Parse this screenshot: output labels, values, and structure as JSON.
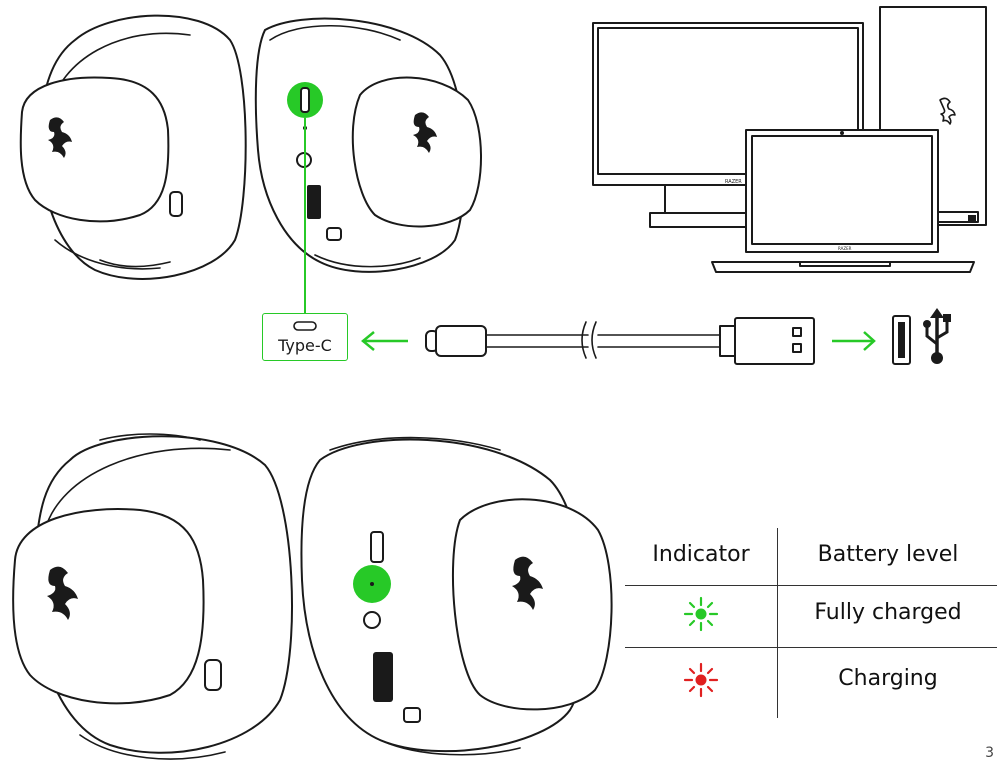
{
  "connection": {
    "port_label": "Type-C"
  },
  "indicator_table": {
    "headers": [
      "Indicator",
      "Battery level"
    ],
    "rows": [
      {
        "led_color": "#27c927",
        "led_icon": "green-led-icon",
        "label": "Fully charged"
      },
      {
        "led_color": "#e02020",
        "led_icon": "red-led-icon",
        "label": "Charging"
      }
    ]
  },
  "accent_color": "#27c927",
  "page_number": "3"
}
